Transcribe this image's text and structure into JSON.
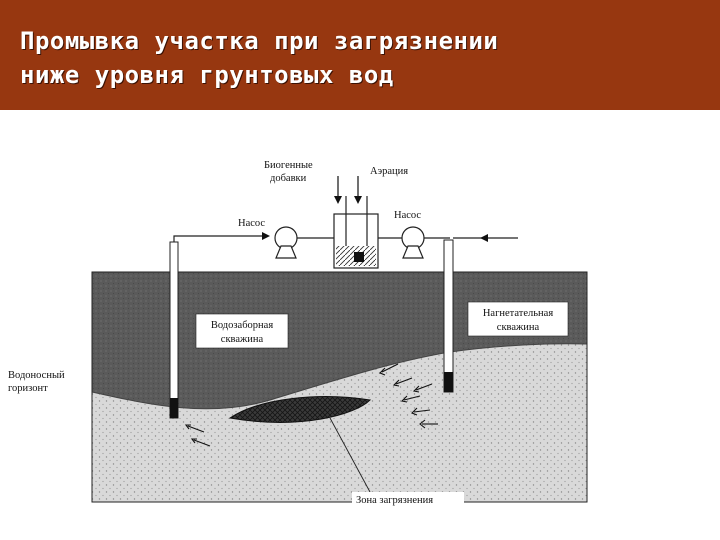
{
  "title": {
    "line1": "Промывка участка при загрязнении",
    "line2": "ниже уровня грунтовых вод"
  },
  "colors": {
    "header_bg": "#973710",
    "title_text": "#ffffff",
    "ground_dark": "#5a5a5a",
    "aquifer_light": "#d9d9d9"
  },
  "diagram": {
    "labels": {
      "biogenic_line1": "Биогенные",
      "biogenic_line2": "добавки",
      "aeration": "Аэрация",
      "pump_left": "Насос",
      "pump_right": "Насос",
      "intake_well_line1": "Водозаборная",
      "intake_well_line2": "скважина",
      "injection_well_line1": "Нагнетательная",
      "injection_well_line2": "скважина",
      "aquifer_line1": "Водоносный",
      "aquifer_line2": "горизонт",
      "contamination_zone": "Зона загрязнения"
    }
  }
}
